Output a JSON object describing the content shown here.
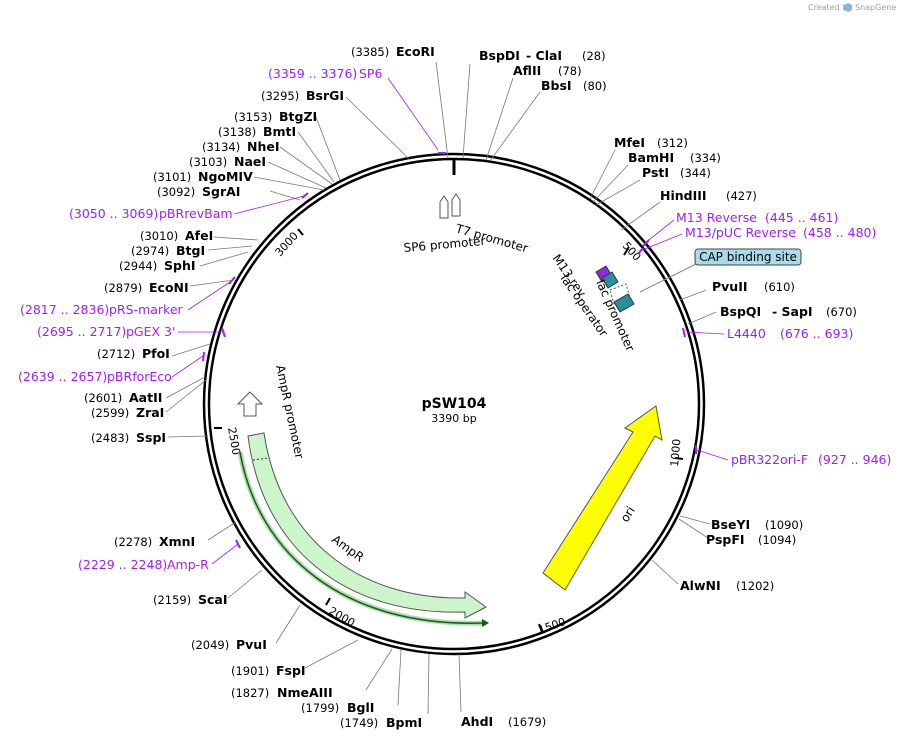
{
  "credit": {
    "created_by": "Created by",
    "brand": "SnapGene"
  },
  "plasmid": {
    "name": "pSW104",
    "length": "3390 bp"
  },
  "ticks": [
    "500",
    "1000",
    "1500",
    "2000",
    "2500",
    "3000"
  ],
  "features": {
    "t7_promoter": "T7 promoter",
    "sp6_promoter": "SP6 promoter",
    "m13_rev": "M13 rev",
    "lac_operator": "lac operator",
    "lac_promoter": "lac promoter",
    "cap_binding_site": "CAP binding site",
    "ampr_promoter": "AmpR promoter",
    "ampr": "AmpR",
    "ori": "ori"
  },
  "enzymes": [
    {
      "name": "EcoRI",
      "pos": "(3385)"
    },
    {
      "name": "BspDI",
      "pos": "(28)",
      "extra": "- ClaI"
    },
    {
      "name": "AflII",
      "pos": "(78)"
    },
    {
      "name": "BbsI",
      "pos": "(80)"
    },
    {
      "name": "MfeI",
      "pos": "(312)"
    },
    {
      "name": "BamHI",
      "pos": "(334)"
    },
    {
      "name": "PstI",
      "pos": "(344)"
    },
    {
      "name": "HindIII",
      "pos": "(427)"
    },
    {
      "name": "PvuII",
      "pos": "(610)"
    },
    {
      "name": "BspQI",
      "pos": "(670)",
      "extra": "- SapI"
    },
    {
      "name": "BseYI",
      "pos": "(1090)"
    },
    {
      "name": "PspFI",
      "pos": "(1094)"
    },
    {
      "name": "AlwNI",
      "pos": "(1202)"
    },
    {
      "name": "AhdI",
      "pos": "(1679)"
    },
    {
      "name": "BpmI",
      "pos": "(1749)"
    },
    {
      "name": "BglI",
      "pos": "(1799)"
    },
    {
      "name": "NmeAIII",
      "pos": "(1827)"
    },
    {
      "name": "FspI",
      "pos": "(1901)"
    },
    {
      "name": "PvuI",
      "pos": "(2049)"
    },
    {
      "name": "ScaI",
      "pos": "(2159)"
    },
    {
      "name": "XmnI",
      "pos": "(2278)"
    },
    {
      "name": "SspI",
      "pos": "(2483)"
    },
    {
      "name": "ZraI",
      "pos": "(2599)"
    },
    {
      "name": "AatII",
      "pos": "(2601)"
    },
    {
      "name": "PfoI",
      "pos": "(2712)"
    },
    {
      "name": "EcoNI",
      "pos": "(2879)"
    },
    {
      "name": "SphI",
      "pos": "(2944)"
    },
    {
      "name": "BtgI",
      "pos": "(2974)"
    },
    {
      "name": "AfeI",
      "pos": "(3010)"
    },
    {
      "name": "SgrAI",
      "pos": "(3092)"
    },
    {
      "name": "NgoMIV",
      "pos": "(3101)"
    },
    {
      "name": "NaeI",
      "pos": "(3103)"
    },
    {
      "name": "NheI",
      "pos": "(3134)"
    },
    {
      "name": "BmtI",
      "pos": "(3138)"
    },
    {
      "name": "BtgZI",
      "pos": "(3153)"
    },
    {
      "name": "BsrGI",
      "pos": "(3295)"
    }
  ],
  "primers": [
    {
      "name": "SP6",
      "range": "(3359 .. 3376)"
    },
    {
      "name": "M13 Reverse",
      "range": "(445 .. 461)"
    },
    {
      "name": "M13/pUC Reverse",
      "range": "(458 .. 480)"
    },
    {
      "name": "L4440",
      "range": "(676 .. 693)"
    },
    {
      "name": "pBR322ori-F",
      "range": "(927 .. 946)"
    },
    {
      "name": "Amp-R",
      "range": "(2229 .. 2248)"
    },
    {
      "name": "pBRforEco",
      "range": "(2639 .. 2657)"
    },
    {
      "name": "pGEX 3'",
      "range": "(2695 .. 2717)"
    },
    {
      "name": "pRS-marker",
      "range": "(2817 .. 2836)"
    },
    {
      "name": "pBRrevBam",
      "range": "(3050 .. 3069)"
    }
  ],
  "colors": {
    "primer": "#a020f0",
    "ampr_fill": "#ccf5cc",
    "ori_fill": "#ffff00",
    "cap_fill": "#a8dce8",
    "lac_operator_fill": "#2a8f9a",
    "m13_fill": "#8a2be2"
  }
}
